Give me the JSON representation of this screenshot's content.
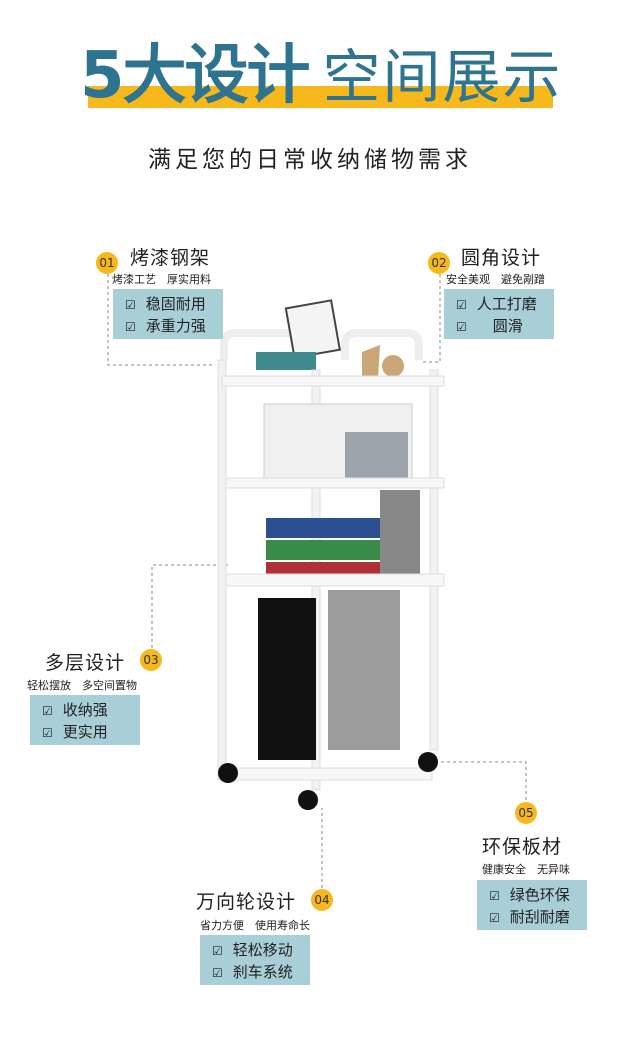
{
  "header": {
    "title_bold": "5大设计",
    "title_light": "空间展示",
    "subtitle": "满足您的日常收纳储物需求"
  },
  "colors": {
    "title": "#2e7390",
    "accent": "#f6b81a",
    "box": "#a8ced8"
  },
  "features": [
    {
      "num": "01",
      "title": "烤漆钢架",
      "sub": "烤漆工艺　厚实用料",
      "items": [
        "稳固耐用",
        "承重力强"
      ]
    },
    {
      "num": "02",
      "title": "圆角设计",
      "sub": "安全美观　避免剐蹭",
      "items": [
        "人工打磨",
        "圆滑"
      ]
    },
    {
      "num": "03",
      "title": "多层设计",
      "sub": "轻松摆放　多空间置物",
      "items": [
        "收纳强",
        "更实用"
      ]
    },
    {
      "num": "04",
      "title": "万向轮设计",
      "sub": "省力方便　使用寿命长",
      "items": [
        "轻松移动",
        "刹车系统"
      ]
    },
    {
      "num": "05",
      "title": "环保板材",
      "sub": "健康安全　无异味",
      "items": [
        "绿色环保",
        "耐刮耐磨"
      ]
    }
  ],
  "check_icon": "☑"
}
